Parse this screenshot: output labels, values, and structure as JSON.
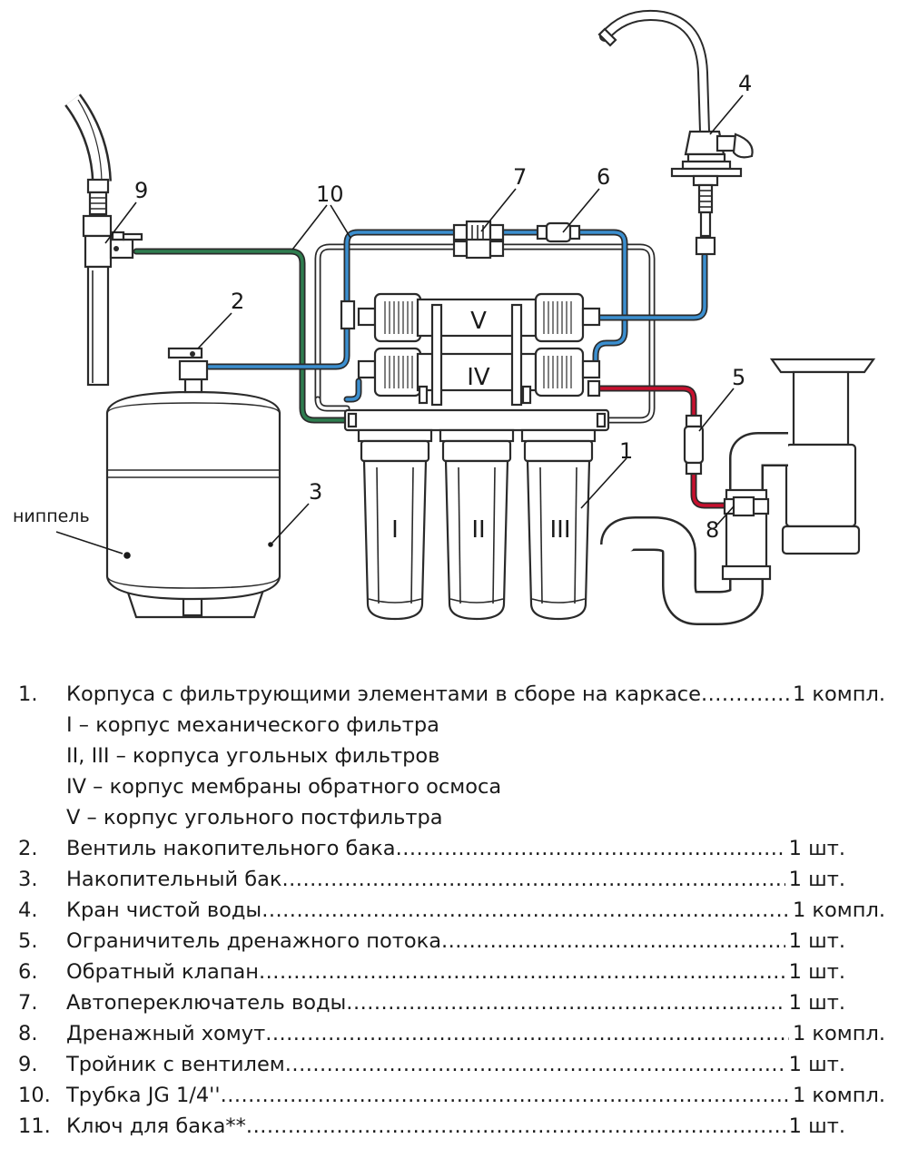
{
  "diagram": {
    "callouts": [
      "1",
      "2",
      "3",
      "4",
      "5",
      "6",
      "7",
      "8",
      "9",
      "10"
    ],
    "housing_labels": [
      "I",
      "II",
      "III",
      "IV",
      "V"
    ],
    "nipple_label": "ниппель",
    "tube_colors": {
      "green": "#2e7d4f",
      "blue": "#3b8fd0",
      "red": "#c8102e",
      "gray": "#ffffff",
      "outline": "#2a2a2a"
    }
  },
  "legend": {
    "items": [
      {
        "num": "1.",
        "desc": "Корпуса с фильтрующими элементами в сборе на каркасе",
        "qty": "1 компл."
      },
      {
        "num": "2.",
        "desc": "Вентиль накопительного бака",
        "qty": "1 шт."
      },
      {
        "num": "3.",
        "desc": "Накопительный бак",
        "qty": "1 шт."
      },
      {
        "num": "4.",
        "desc": "Кран чистой воды",
        "qty": "1 компл."
      },
      {
        "num": "5.",
        "desc": "Ограничитель дренажного потока",
        "qty": "1 шт."
      },
      {
        "num": "6.",
        "desc": "Обратный клапан",
        "qty": "1 шт."
      },
      {
        "num": "7.",
        "desc": "Автопереключатель воды",
        "qty": "1 шт."
      },
      {
        "num": "8.",
        "desc": "Дренажный хомут",
        "qty": "1 компл."
      },
      {
        "num": "9.",
        "desc": "Тройник с вентилем",
        "qty": "1 шт."
      },
      {
        "num": "10.",
        "desc": "Трубка JG 1/4''",
        "qty": "1 компл."
      },
      {
        "num": "11.",
        "desc": "Ключ для бака**",
        "qty": "1 шт."
      }
    ],
    "subitems": [
      "I – корпус механического фильтра",
      "II, III – корпуса угольных фильтров",
      "IV – корпус мембраны обратного осмоса",
      "V – корпус угольного постфильтра"
    ]
  }
}
